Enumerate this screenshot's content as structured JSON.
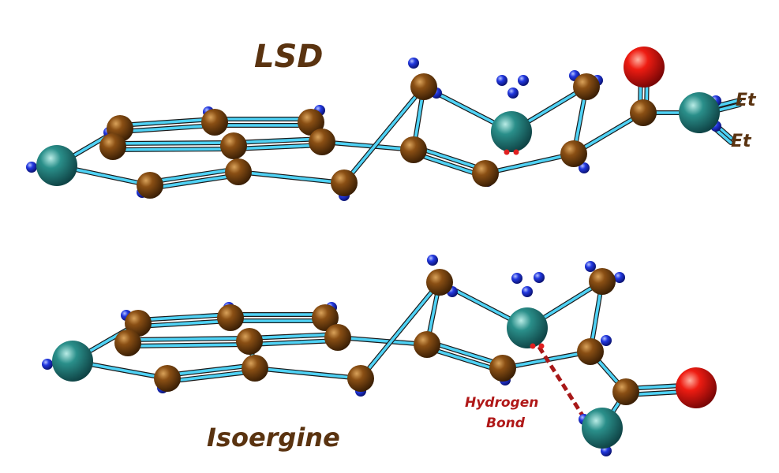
{
  "diagram": {
    "lsd": {
      "title": "LSD",
      "substituent_top": "Et",
      "substituent_bottom": "Et"
    },
    "isoergine": {
      "title": "Isoergine",
      "hydrogen_bond_line1": "Hydrogen",
      "hydrogen_bond_line2": "Bond"
    },
    "colors": {
      "carbon": "#6b3a0c",
      "nitrogen": "#1f7a78",
      "oxygen": "#e01818",
      "hydrogen": "#1b2fd0",
      "bond": "#4fd2f5",
      "hydrogen_bond": "#a81818",
      "label": "#5a3310"
    }
  }
}
